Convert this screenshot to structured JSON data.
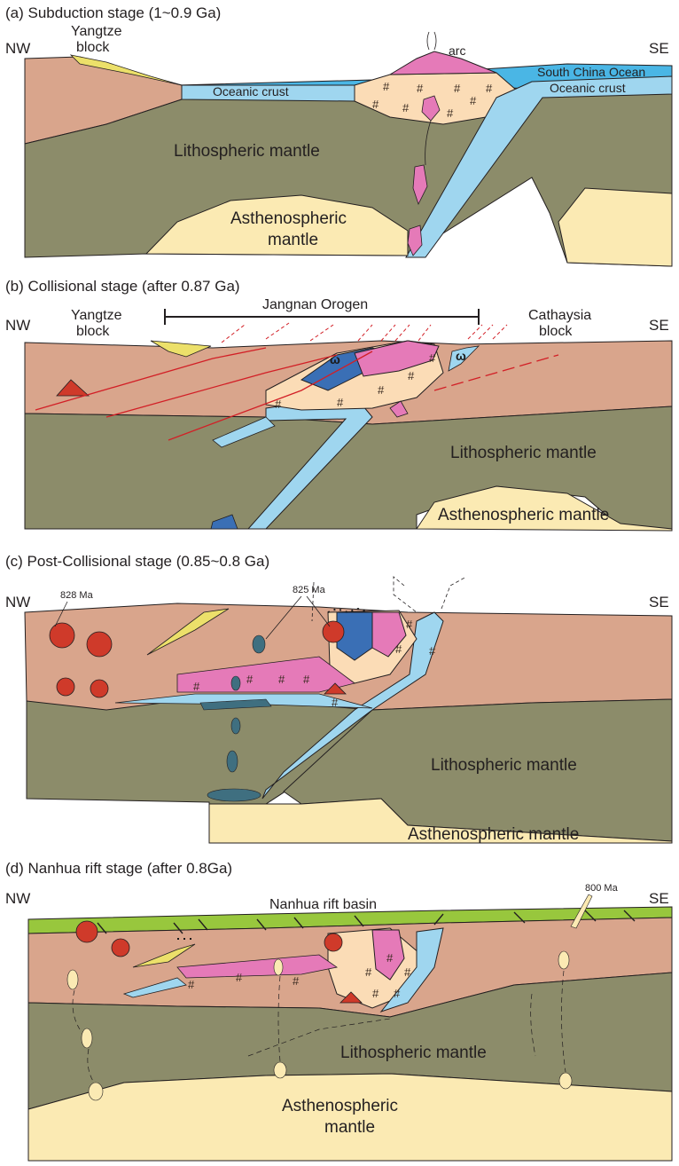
{
  "panels": [
    {
      "id": "a",
      "title": "(a) Subduction stage (1~0.9 Ga)",
      "nw": "NW",
      "se": "SE",
      "labels": {
        "yangtze_1": "Yangtze",
        "yangtze_2": "block",
        "arc": "arc",
        "oceanic_crust_left": "Oceanic crust",
        "south_china_ocean": "South China Ocean",
        "oceanic_crust_right": "Oceanic crust",
        "litho": "Lithospheric mantle",
        "astheno_1": "Asthenospheric",
        "astheno_2": "mantle"
      }
    },
    {
      "id": "b",
      "title": "(b) Collisional stage (after 0.87 Ga)",
      "nw": "NW",
      "se": "SE",
      "labels": {
        "yangtze_1": "Yangtze",
        "yangtze_2": "block",
        "orogen": "Jangnan Orogen",
        "cathaysia_1": "Cathaysia",
        "cathaysia_2": "block",
        "litho": "Lithospheric mantle",
        "astheno": "Asthenospheric mantle"
      }
    },
    {
      "id": "c",
      "title": "(c) Post-Collisional stage (0.85~0.8 Ga)",
      "nw": "NW",
      "se": "SE",
      "labels": {
        "age_828": "828 Ma",
        "age_825": "825 Ma",
        "litho": "Lithospheric mantle",
        "astheno": "Asthenospheric mantle"
      }
    },
    {
      "id": "d",
      "title": "(d) Nanhua rift stage (after 0.8Ga)",
      "nw": "NW",
      "se": "SE",
      "labels": {
        "rift_basin": "Nanhua rift basin",
        "age_800": "800 Ma",
        "litho": "Lithospheric mantle",
        "astheno_1": "Asthenospheric",
        "astheno_2": "mantle"
      }
    }
  ],
  "colors": {
    "crust": "#d9a58c",
    "litho_mantle": "#8c8c6a",
    "astheno": "#fbeab3",
    "ocean": "#4ab6e5",
    "oceanic_crust": "#9fd6ef",
    "arc_magma": "#e57ab8",
    "granite_red": "#cf3a2a",
    "sediment_yellow": "#ece06a",
    "arc_body": "#fbdcb6",
    "dark_blue": "#3a6fb5",
    "mafic": "#3f6f80",
    "rift_green": "#98c73d",
    "fault_red": "#d21f26",
    "outline": "#231f20"
  }
}
